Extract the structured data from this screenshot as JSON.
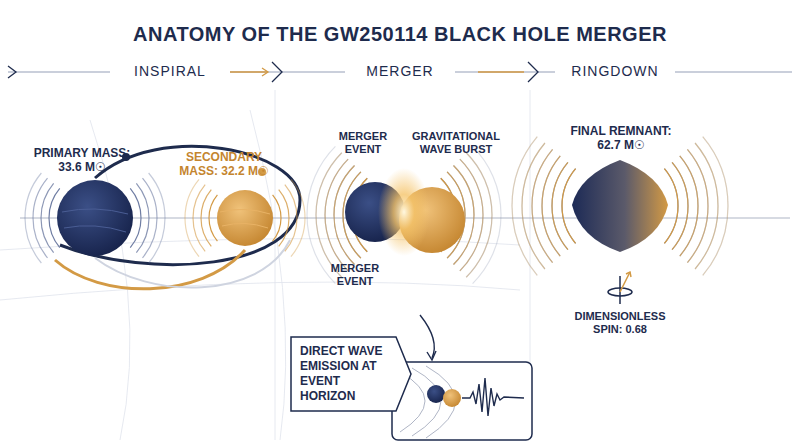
{
  "diagram": {
    "title": "ANATOMY OF THE GW250114 BLACK HOLE MERGER",
    "nodes": [
      {
        "text": [
          "DIRECT WAVE EMISSION AT EVENT HORIZON"
        ]
      }
    ],
    "labels": [
      "INSPIRAL",
      "MERGER",
      "RINGDOWN",
      "PRIMARY MASS: 33.6 M☉",
      "SECONDARY MASS: 32.2 M☉",
      "MERGER EVENT",
      "GRAVITATIONAL WAVE BURST",
      "MERGER EVENT",
      "FINAL REMNANT: 62.7 M☉",
      "DIMENSIONLESS SPIN: 0.68"
    ]
  }
}
